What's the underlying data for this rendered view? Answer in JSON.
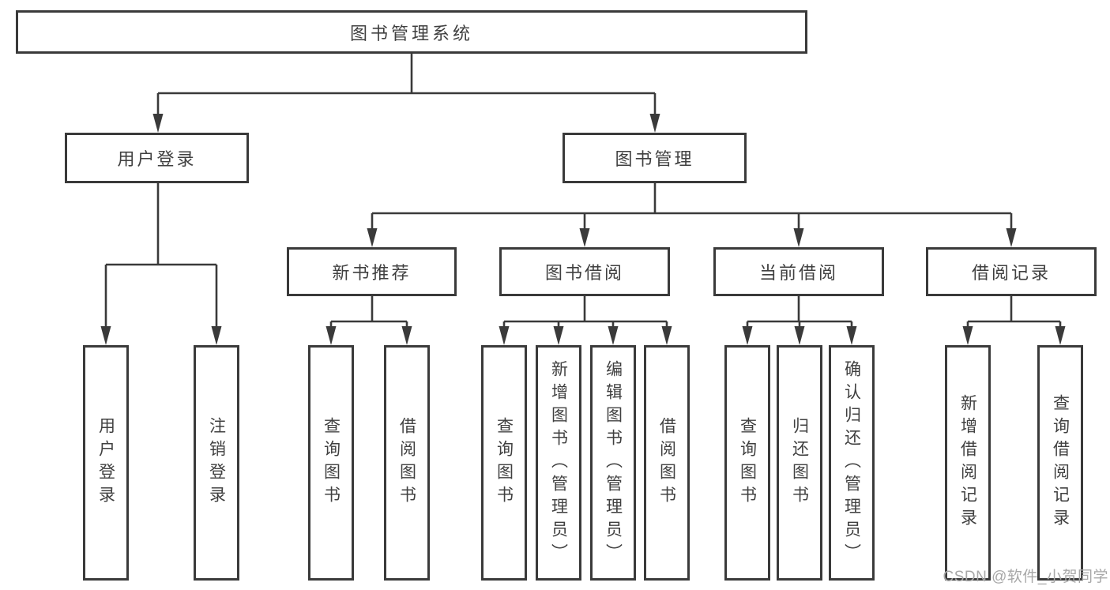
{
  "tree": {
    "root": {
      "label": "图书管理系统"
    },
    "branches": [
      {
        "label": "用户登录",
        "leaves": [
          "用户登录",
          "注销登录"
        ]
      },
      {
        "label": "图书管理",
        "sections": [
          {
            "label": "新书推荐",
            "leaves": [
              "查询图书",
              "借阅图书"
            ]
          },
          {
            "label": "图书借阅",
            "leaves": [
              "查询图书",
              "新增图书（管理员）",
              "编辑图书（管理员）",
              "借阅图书"
            ]
          },
          {
            "label": "当前借阅",
            "leaves": [
              "查询图书",
              "归还图书",
              "确认归还（管理员）"
            ]
          },
          {
            "label": "借阅记录",
            "leaves": [
              "新增借阅记录",
              "查询借阅记录"
            ]
          }
        ]
      }
    ]
  },
  "watermark": {
    "text": "CSDN @软件_小贺同学"
  },
  "colors": {
    "line": "#3a3a3a",
    "text": "#404040",
    "watermark": "#a8a8a8",
    "background": "#ffffff"
  }
}
